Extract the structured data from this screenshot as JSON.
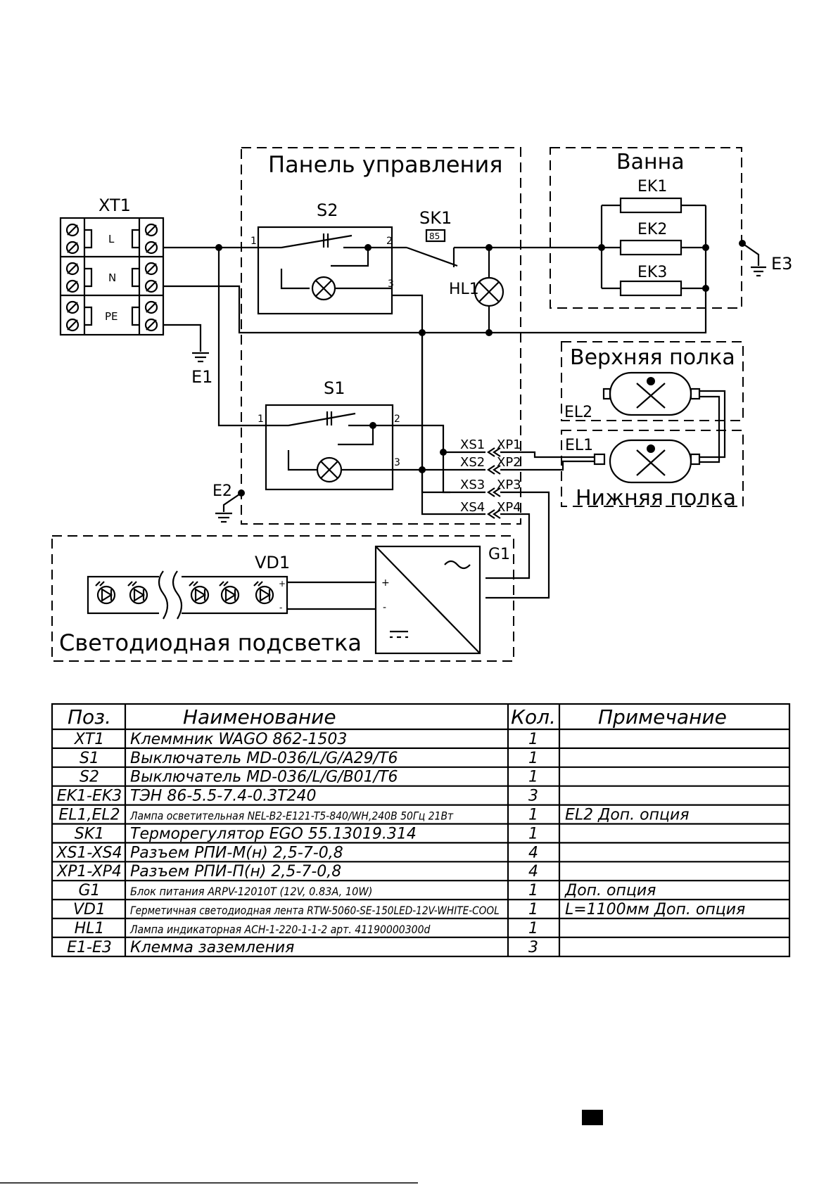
{
  "diagram": {
    "control_panel_title": "Панель управления",
    "tub_title": "Ванна",
    "upper_shelf_title": "Верхняя полка",
    "lower_shelf_title": "Нижняя полка",
    "led_block_title": "Светодиодная подсветка",
    "terminal_block": {
      "label": "XT1",
      "rows": [
        "L",
        "N",
        "PE"
      ]
    },
    "components": {
      "s2": "S2",
      "s1": "S1",
      "sk1": "SK1",
      "sk1_value": "85",
      "hl1": "HL1",
      "ek1": "EK1",
      "ek2": "EK2",
      "ek3": "EK3",
      "e1": "E1",
      "e2": "E2",
      "e3": "E3",
      "el1": "EL1",
      "el2": "EL2",
      "vd1": "VD1",
      "g1": "G1"
    },
    "pins": {
      "p1": "1",
      "p2": "2",
      "p3": "3",
      "plus": "+",
      "minus": "-"
    },
    "connectors": [
      {
        "xs": "XS1",
        "xp": "XP1"
      },
      {
        "xs": "XS2",
        "xp": "XP2"
      },
      {
        "xs": "XS3",
        "xp": "XP3"
      },
      {
        "xs": "XS4",
        "xp": "XP4"
      }
    ]
  },
  "table": {
    "headers": [
      "Поз.",
      "Наименование",
      "Кол.",
      "Примечание"
    ],
    "rows": [
      [
        "XT1",
        "Клеммник WAGO 862-1503",
        "1",
        ""
      ],
      [
        "S1",
        "Выключатель MD-036/L/G/A29/T6",
        "1",
        ""
      ],
      [
        "S2",
        "Выключатель MD-036/L/G/B01/T6",
        "1",
        ""
      ],
      [
        "EK1-EK3",
        "ТЭН 86-5.5-7.4-0.3Т240",
        "3",
        ""
      ],
      [
        "EL1,EL2",
        "Лампа осветительная NEL-B2-E121-T5-840/WH,240В 50Гц 21Вт",
        "1",
        "EL2 Доп. опция"
      ],
      [
        "SK1",
        "Терморегулятор EGO 55.13019.314",
        "1",
        ""
      ],
      [
        "XS1-XS4",
        "Разъем РПИ-М(н) 2,5-7-0,8",
        "4",
        ""
      ],
      [
        "XP1-XP4",
        "Разъем РПИ-П(н) 2,5-7-0,8",
        "4",
        ""
      ],
      [
        "G1",
        "Блок питания ARPV-12010T (12V, 0.83A, 10W)",
        "1",
        "Доп. опция"
      ],
      [
        "VD1",
        "Герметичная светодиодная лента RTW-5060-SE-150LED-12V-WHITE-COOL",
        "1",
        "L=1100мм Доп. опция"
      ],
      [
        "HL1",
        "Лампа индикаторная АСН-1-220-1-1-2 арт. 41190000300d",
        "1",
        ""
      ],
      [
        "E1-E3",
        "Клемма заземления",
        "3",
        ""
      ]
    ]
  }
}
